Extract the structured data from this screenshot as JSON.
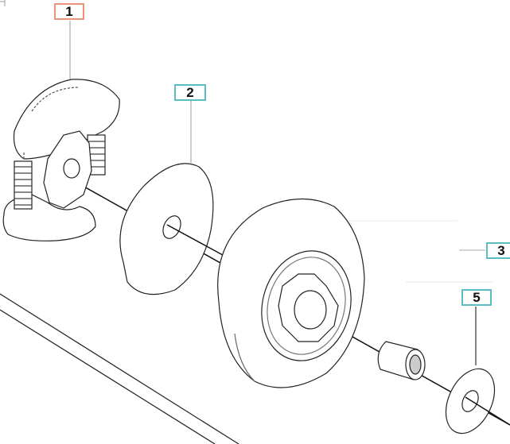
{
  "diagram": {
    "callouts": [
      {
        "id": "1",
        "label": "1",
        "part": "clutch",
        "selected": true
      },
      {
        "id": "2",
        "label": "2",
        "part": "washer",
        "selected": false
      },
      {
        "id": "3",
        "label": "3",
        "part": "clutch-drum-sprocket",
        "selected": false
      },
      {
        "id": "5",
        "label": "5",
        "part": "washer-small",
        "selected": false
      }
    ],
    "colors": {
      "selected": "#e8927a",
      "default": "#5bbcc4"
    }
  }
}
